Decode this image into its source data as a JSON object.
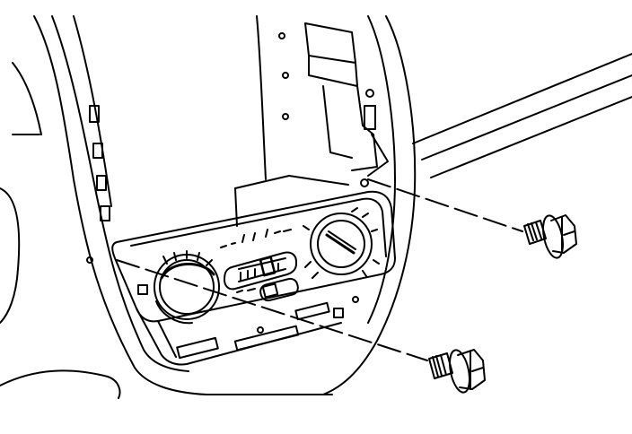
{
  "diagram": {
    "kind": "line-art exploded view",
    "components": [
      "instrument-panel-bezel",
      "hvac-control-head",
      "temperature-knob",
      "fan-speed-selector",
      "mode-selector-knob",
      "upper-fastener-bolt",
      "lower-fastener-bolt",
      "leader-lines"
    ],
    "colors": {
      "ink": "#000000",
      "paper": "#ffffff"
    }
  }
}
